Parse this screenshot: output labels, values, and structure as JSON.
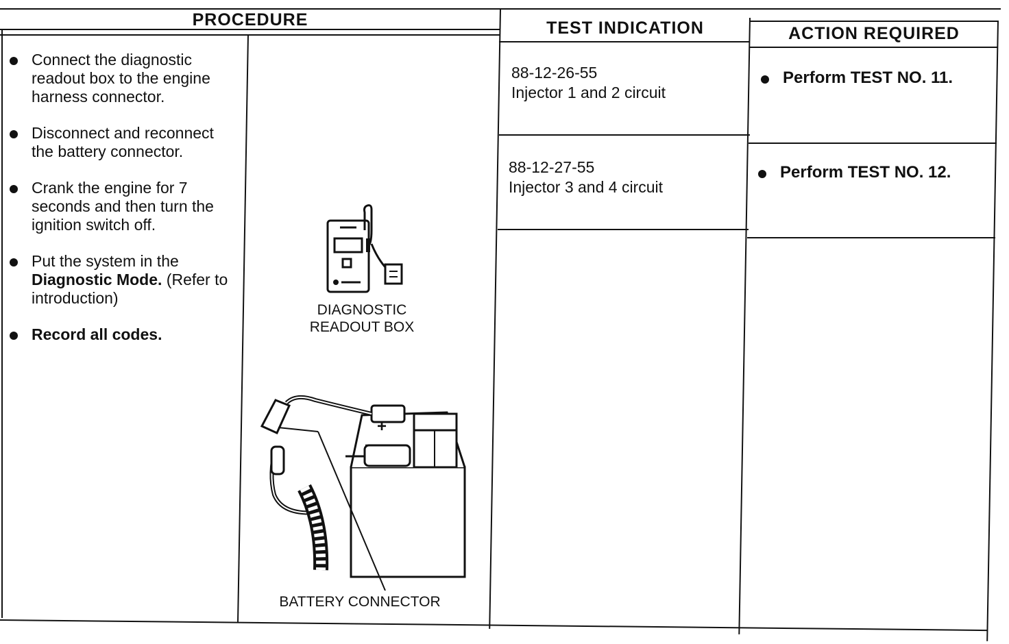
{
  "headers": {
    "procedure": "PROCEDURE",
    "test_indication": "TEST INDICATION",
    "action_required": "ACTION REQUIRED"
  },
  "procedure_steps": [
    {
      "text": "Connect the diagnostic readout box to the engine harness connector."
    },
    {
      "text": "Disconnect and reconnect the battery connector."
    },
    {
      "text": "Crank the engine for 7 seconds and then turn the ignition switch off."
    },
    {
      "pre": "Put the system in the ",
      "bold": "Diagnostic Mode.",
      "post": " (Refer to introduction)"
    },
    {
      "bold": "Record all codes."
    }
  ],
  "figure": {
    "readout_caption_line1": "DIAGNOSTIC",
    "readout_caption_line2": "READOUT BOX",
    "battery_caption": "BATTERY CONNECTOR",
    "plus_symbol": "+",
    "minus_symbol": "−"
  },
  "rows": [
    {
      "code": "88-12-26-55",
      "description": "Injector 1 and 2 circuit",
      "action": "Perform TEST NO. 11."
    },
    {
      "code": "88-12-27-55",
      "description": "Injector 3 and 4 circuit",
      "action": "Perform TEST NO. 12."
    }
  ]
}
